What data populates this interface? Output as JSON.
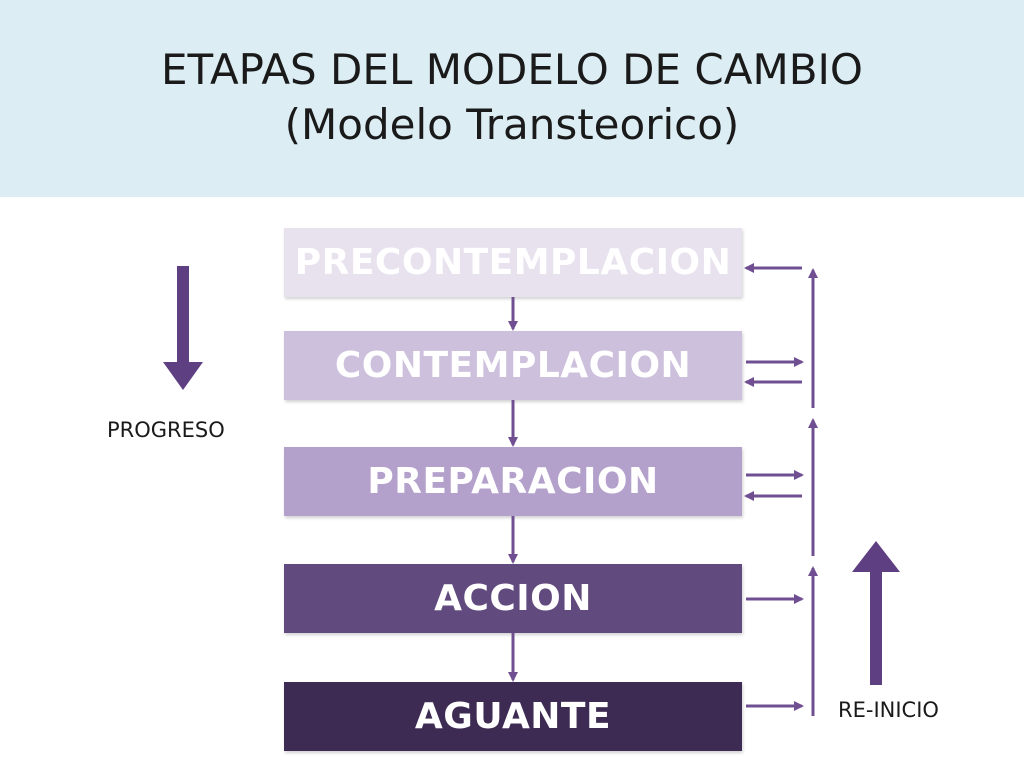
{
  "header": {
    "title_line1": "ETAPAS DEL MODELO DE CAMBIO",
    "title_line2": "(Modelo Transteorico)",
    "background": "#dcedf4"
  },
  "stages": [
    {
      "label": "PRECONTEMPLACION",
      "color": "#e8e2ef"
    },
    {
      "label": "CONTEMPLACION",
      "color": "#ccc0dd"
    },
    {
      "label": "PREPARACION",
      "color": "#b3a1cb"
    },
    {
      "label": "ACCION",
      "color": "#614a7e"
    },
    {
      "label": "AGUANTE",
      "color": "#3d2b53"
    }
  ],
  "labels": {
    "progress": "PROGRESO",
    "restart": "RE-INICIO"
  },
  "colors": {
    "arrow": "#6f4f91",
    "big_arrow": "#5e3f82"
  }
}
